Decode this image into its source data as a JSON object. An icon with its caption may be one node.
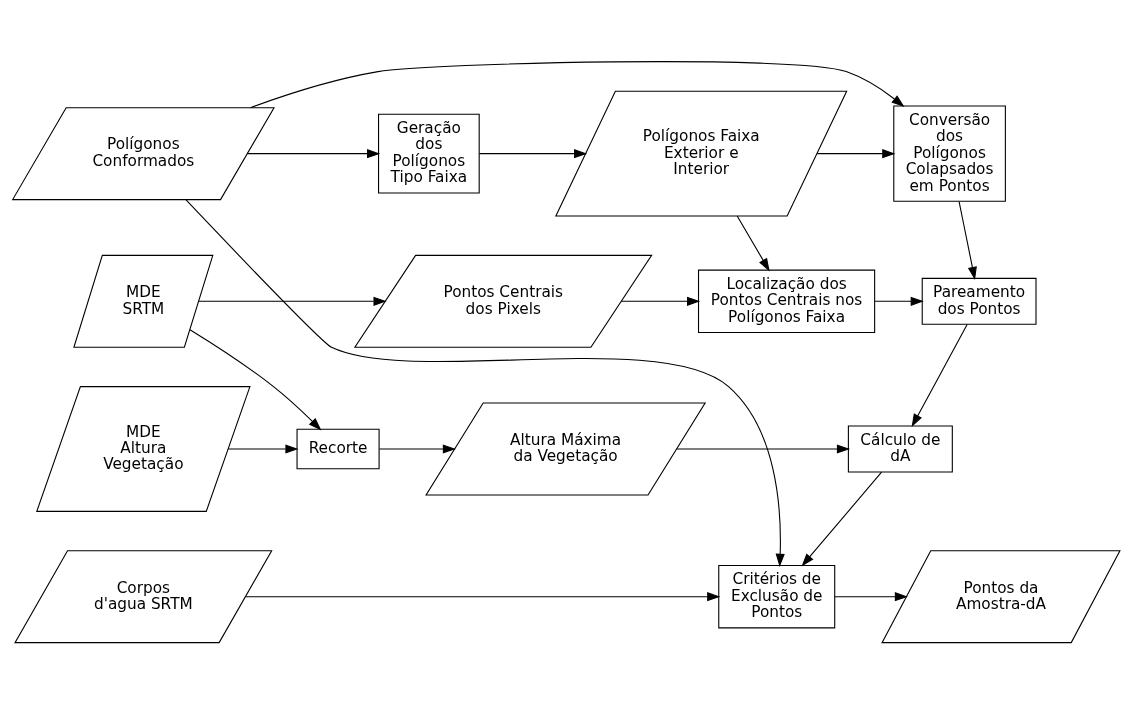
{
  "diagram": {
    "nodes": [
      {
        "text": [
          "Polígonos Conformados"
        ]
      },
      {
        "text": [
          "Geração dos Polígonos Tipo Faixa"
        ]
      },
      {
        "text": [
          "Polígonos Faixa Exterior e Interior"
        ]
      },
      {
        "text": [
          "Conversão dos Polígonos Colapsados em Pontos"
        ]
      },
      {
        "text": [
          "MDE SRTM"
        ]
      },
      {
        "text": [
          "Pontos Centrais dos Pixels"
        ]
      },
      {
        "text": [
          "Localização dos Pontos Centrais nos Polígonos Faixa"
        ]
      },
      {
        "text": [
          "Pareamento dos Pontos"
        ]
      },
      {
        "text": [
          "MDE Altura Vegetação"
        ]
      },
      {
        "text": [
          "Recorte"
        ]
      },
      {
        "text": [
          "Altura Máxima da Vegetação"
        ]
      },
      {
        "text": [
          "Cálculo de dA"
        ]
      },
      {
        "text": [
          "Corpos d'agua SRTM"
        ]
      },
      {
        "text": [
          "Critérios de Exclusão de Pontos"
        ]
      },
      {
        "text": [
          "Pontos da Amostra-dA"
        ]
      }
    ],
    "edges": [
      {
        "from": 0,
        "to": 1,
        "arrow": "to"
      },
      {
        "from": 1,
        "to": 2,
        "arrow": "to"
      },
      {
        "from": 2,
        "to": 3,
        "arrow": "to"
      },
      {
        "from": 0,
        "to": 3,
        "arrow": "to"
      },
      {
        "from": 2,
        "to": 6,
        "arrow": "to"
      },
      {
        "from": 3,
        "to": 7,
        "arrow": "to"
      },
      {
        "from": 4,
        "to": 5,
        "arrow": "to"
      },
      {
        "from": 5,
        "to": 6,
        "arrow": "to"
      },
      {
        "from": 6,
        "to": 7,
        "arrow": "to"
      },
      {
        "from": 7,
        "to": 11,
        "arrow": "to"
      },
      {
        "from": 4,
        "to": 9,
        "arrow": "to"
      },
      {
        "from": 8,
        "to": 9,
        "arrow": "to"
      },
      {
        "from": 9,
        "to": 10,
        "arrow": "to"
      },
      {
        "from": 10,
        "to": 11,
        "arrow": "to"
      },
      {
        "from": 11,
        "to": 13,
        "arrow": "to"
      },
      {
        "from": 12,
        "to": 13,
        "arrow": "to"
      },
      {
        "from": 0,
        "to": 13,
        "arrow": "to"
      },
      {
        "from": 13,
        "to": 14,
        "arrow": "to"
      }
    ]
  }
}
